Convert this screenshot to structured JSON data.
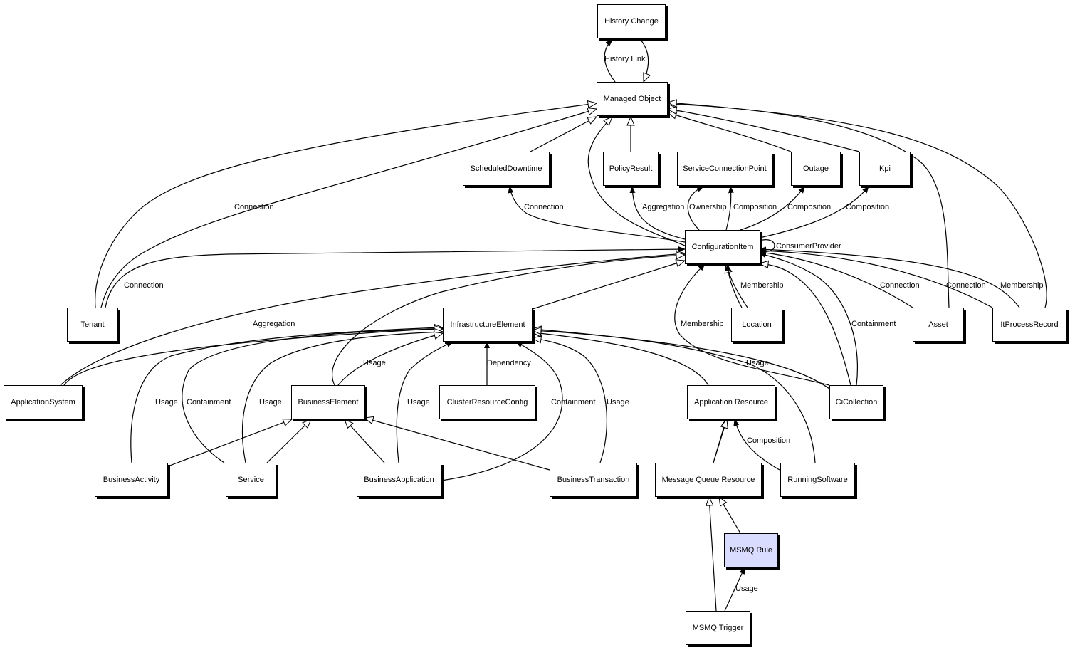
{
  "nodes": [
    {
      "id": "HistoryChange",
      "label": "History Change"
    },
    {
      "id": "ManagedObject",
      "label": "Managed Object"
    },
    {
      "id": "ScheduledDowntime",
      "label": "ScheduledDowntime"
    },
    {
      "id": "PolicyResult",
      "label": "PolicyResult"
    },
    {
      "id": "ServiceConnectionPoint",
      "label": "ServiceConnectionPoint"
    },
    {
      "id": "Outage",
      "label": "Outage"
    },
    {
      "id": "Kpi",
      "label": "Kpi"
    },
    {
      "id": "ConfigurationItem",
      "label": "ConfigurationItem"
    },
    {
      "id": "Tenant",
      "label": "Tenant"
    },
    {
      "id": "InfrastructureElement",
      "label": "InfrastructureElement"
    },
    {
      "id": "Location",
      "label": "Location"
    },
    {
      "id": "Asset",
      "label": "Asset"
    },
    {
      "id": "ItProcessRecord",
      "label": "ItProcessRecord"
    },
    {
      "id": "ApplicationSystem",
      "label": "ApplicationSystem"
    },
    {
      "id": "BusinessElement",
      "label": "BusinessElement"
    },
    {
      "id": "ClusterResourceConfig",
      "label": "ClusterResourceConfig"
    },
    {
      "id": "ApplicationResource",
      "label": "Application Resource"
    },
    {
      "id": "CiCollection",
      "label": "CiCollection"
    },
    {
      "id": "BusinessActivity",
      "label": "BusinessActivity"
    },
    {
      "id": "Service",
      "label": "Service"
    },
    {
      "id": "BusinessApplication",
      "label": "BusinessApplication"
    },
    {
      "id": "BusinessTransaction",
      "label": "BusinessTransaction"
    },
    {
      "id": "MessageQueueResource",
      "label": "Message Queue Resource"
    },
    {
      "id": "RunningSoftware",
      "label": "RunningSoftware"
    },
    {
      "id": "MSMQRule",
      "label": "MSMQ Rule",
      "highlight": true
    },
    {
      "id": "MSMQTrigger",
      "label": "MSMQ Trigger"
    }
  ],
  "edge_labels": [
    {
      "id": "history-link",
      "text": "History Link"
    },
    {
      "id": "tenant-mo-connection",
      "text": "Connection"
    },
    {
      "id": "ci-sd-connection",
      "text": "Connection"
    },
    {
      "id": "ci-pr-aggregation",
      "text": "Aggregation"
    },
    {
      "id": "ci-scp-ownership",
      "text": "Ownership"
    },
    {
      "id": "ci-scp-composition",
      "text": "Composition"
    },
    {
      "id": "ci-outage-composition",
      "text": "Composition"
    },
    {
      "id": "ci-kpi-composition",
      "text": "Composition"
    },
    {
      "id": "ci-consumer-provider",
      "text": "ConsumerProvider"
    },
    {
      "id": "tenant-ci-connection",
      "text": "Connection"
    },
    {
      "id": "location-ci-membership",
      "text": "Membership"
    },
    {
      "id": "asset-ci-connection",
      "text": "Connection"
    },
    {
      "id": "ipr-ci-connection",
      "text": "Connection"
    },
    {
      "id": "ipr-ci-membership",
      "text": "Membership"
    },
    {
      "id": "appsys-ci-aggregation",
      "text": "Aggregation"
    },
    {
      "id": "cic-ci-membership",
      "text": "Membership"
    },
    {
      "id": "cic-ci-containment",
      "text": "Containment"
    },
    {
      "id": "be-ie-usage",
      "text": "Usage"
    },
    {
      "id": "crc-ie-dependency",
      "text": "Dependency"
    },
    {
      "id": "cic-ie-usage",
      "text": "Usage"
    },
    {
      "id": "ba-ie-usage",
      "text": "Usage"
    },
    {
      "id": "svc-ie-containment",
      "text": "Containment"
    },
    {
      "id": "svc-ie-usage",
      "text": "Usage"
    },
    {
      "id": "bapp-ie-usage",
      "text": "Usage"
    },
    {
      "id": "bapp-ie-containment",
      "text": "Containment"
    },
    {
      "id": "bt-ie-usage",
      "text": "Usage"
    },
    {
      "id": "rs-ar-composition",
      "text": "Composition"
    },
    {
      "id": "trigger-rule-usage",
      "text": "Usage"
    }
  ]
}
